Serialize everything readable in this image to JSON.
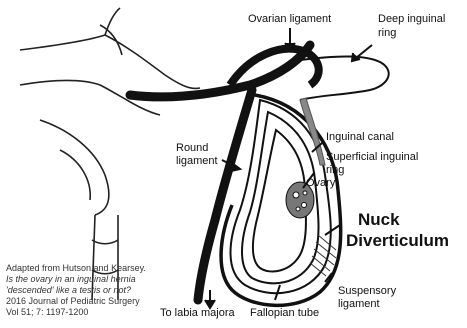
{
  "labels": {
    "ovarian_ligament": "Ovarian ligament",
    "deep_inguinal_ring_1": "Deep inguinal",
    "deep_inguinal_ring_2": "ring",
    "inguinal_canal": "Inguinal canal",
    "superficial_ring_1": "Superficial inguinal",
    "superficial_ring_2": "ring",
    "round_ligament_1": "Round",
    "round_ligament_2": "ligament",
    "ovary": "Ovary",
    "nuck_1": "Nuck",
    "nuck_2": "Diverticulum",
    "suspensory_1": "Suspensory",
    "suspensory_2": "ligament",
    "to_labia_majora": "To labia majora",
    "fallopian_tube": "Fallopian tube"
  },
  "citation": {
    "line1": "Adapted from Hutson and Kearsey.",
    "line2": "Is the ovary in an inguinal hernia",
    "line3": "'descended' like a testis or not?",
    "line4": "2016 Journal of Pediatric Surgery",
    "line5": "Vol 51; 7: 1197-1200"
  }
}
